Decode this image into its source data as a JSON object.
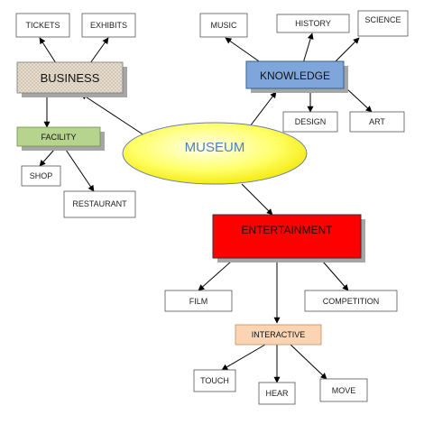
{
  "center": {
    "label": "MUSEUM",
    "fill": "#ffff66",
    "fill_light": "#fffff0",
    "text_color": "#4f81bd"
  },
  "categories": {
    "business": {
      "label": "BUSINESS"
    },
    "knowledge": {
      "label": "KNOWLEDGE",
      "fill": "#7fa6db"
    },
    "entertainment": {
      "label": "ENTERTAINMENT",
      "fill": "#ff0000"
    },
    "facility": {
      "label": "FACILITY",
      "fill": "#b6d48e"
    },
    "interactive": {
      "label": "INTERACTIVE",
      "fill": "#fbd4b4"
    }
  },
  "leaves": {
    "tickets": "TICKETS",
    "exhibits": "EXHIBITS",
    "music": "MUSIC",
    "history": "HISTORY",
    "science": "SCIENCE",
    "design": "DESIGN",
    "art": "ART",
    "shop": "SHOP",
    "restaurant": "RESTAURANT",
    "film": "FILM",
    "competition": "COMPETITION",
    "touch": "TOUCH",
    "hear": "HEAR",
    "move": "MOVE"
  },
  "colors": {
    "shadow": "#a6a6a6",
    "border": "#333333",
    "business_fill": "#e8dfd2",
    "text": "#222222"
  }
}
